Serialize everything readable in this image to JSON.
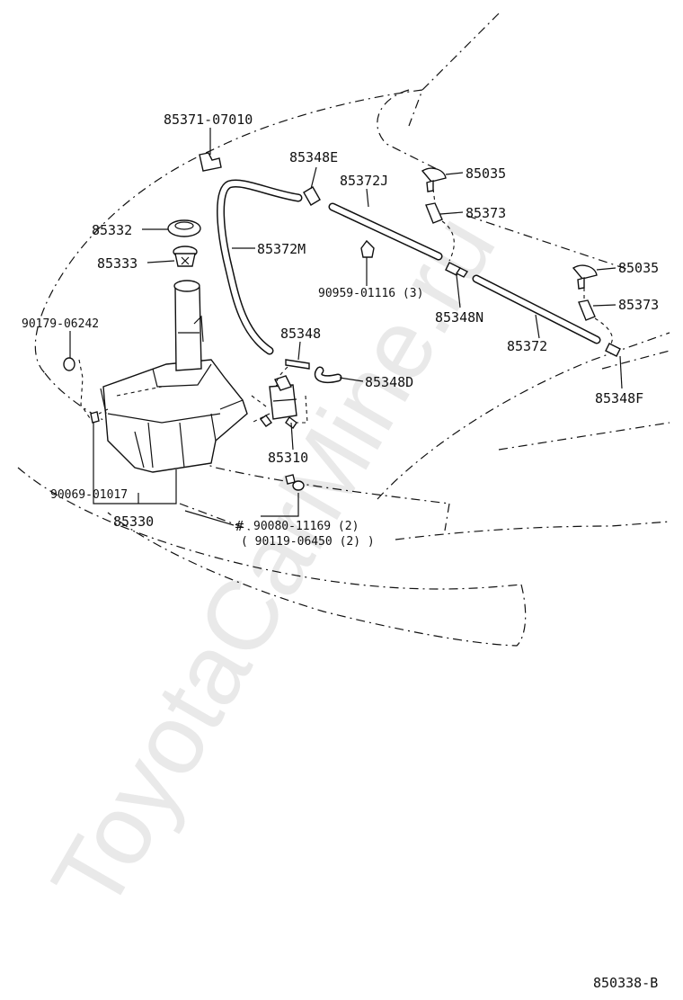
{
  "watermark": "ToyotaCarMine.ru",
  "diagram_code": "850338-B",
  "parts": {
    "bracket_top": "85371-07010",
    "hose_joint_e": "85348E",
    "nozzle_upper": "85035",
    "hose_j": "85372J",
    "hose_upper_short": "85373",
    "cap": "85332",
    "strainer": "85333",
    "hose_m": "85372M",
    "nozzle_lower": "85035",
    "clip": "90959-01116 (3)",
    "hose_lower_short": "85373",
    "joint_n": "85348N",
    "grommet": "90179-06242",
    "hose_main": "85372",
    "joint_plain": "85348",
    "joint_d": "85348D",
    "joint_f": "85348F",
    "pump": "85310",
    "bolt": "90069-01017",
    "tank": "85330",
    "hash_mark": "#",
    "screw_a": "90080-11169 (2)",
    "screw_b": "( 90119-06450 (2) )"
  }
}
